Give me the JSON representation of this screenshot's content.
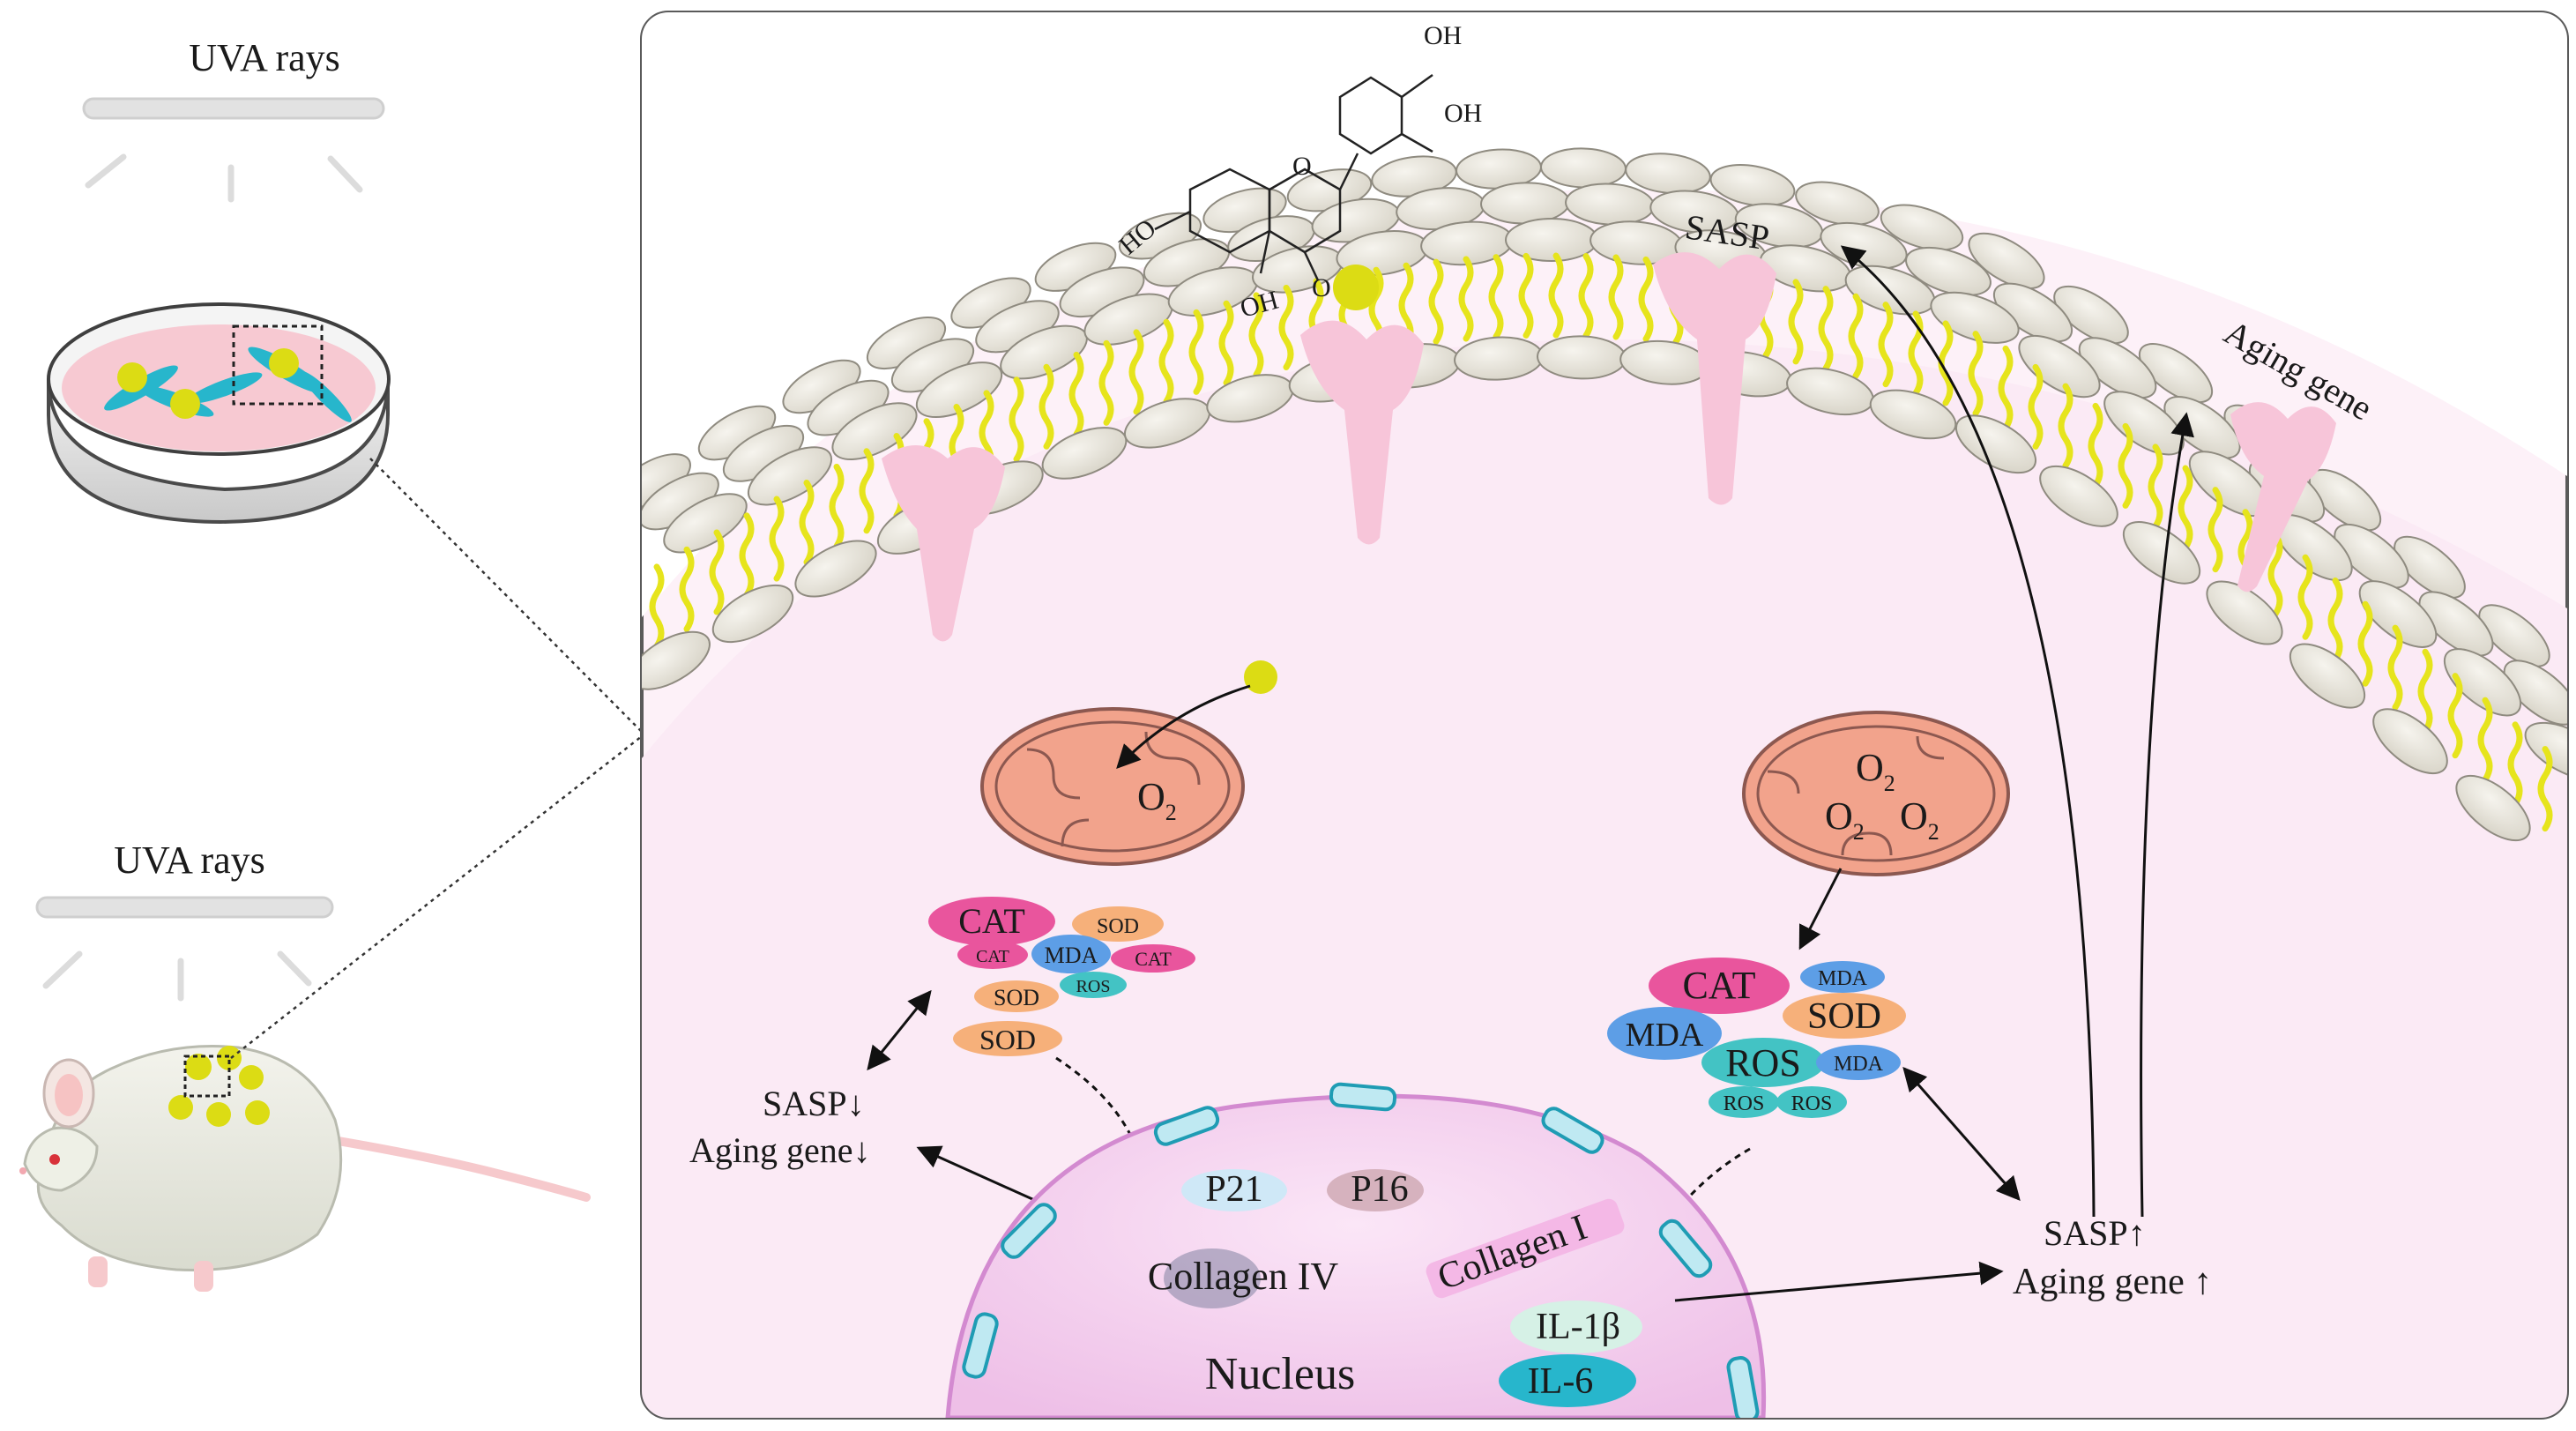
{
  "left_panel": {
    "top_light_label": "UVA rays",
    "bottom_light_label": "UVA rays"
  },
  "molecule": {
    "oh_top": "OH",
    "oh_mid": "OH",
    "ho_left": "HO",
    "oh_bottom": "OH",
    "ring_o": "O",
    "carbonyl_o": "O"
  },
  "membrane": {
    "sasp_label": "SASP",
    "aging_gene_label": "Aging gene"
  },
  "left_cell": {
    "o2": "O",
    "o2_sub": "2",
    "cat_big": "CAT",
    "sod_1": "SOD",
    "cat_small_1": "CAT",
    "mda": "MDA",
    "cat_small_2": "CAT",
    "ros": "ROS",
    "sod_2": "SOD",
    "sod_3": "SOD",
    "sasp_down": "SASP↓",
    "aging_down": "Aging gene↓"
  },
  "right_cell": {
    "o2": "O",
    "o2_sub": "2",
    "cat": "CAT",
    "mda_1": "MDA",
    "sod": "SOD",
    "mda_2": "MDA",
    "ros_big": "ROS",
    "mda_3": "MDA",
    "ros_small_1": "ROS",
    "ros_small_2": "ROS",
    "sasp_up": "SASP↑",
    "aging_up": "Aging gene ↑"
  },
  "nucleus": {
    "p21": "P21",
    "p16": "P16",
    "collagen_iv": "Collagen IV",
    "collagen_i": "Collagen I",
    "il1b": "IL-1β",
    "il6": "IL-6",
    "nucleus_label": "Nucleus"
  },
  "colors": {
    "cytoplasm": "#fbeaf5",
    "membrane_head": "#ebe8de",
    "lipid_tail": "#e6e41c",
    "flavonoid": "#dcdc14",
    "receptor": "#f7c5d9",
    "mitochondria": "#f2a38c",
    "nucleus": "#f3c7ec",
    "cell_blue": "#27b6cc",
    "cat_pink": "#e9559d",
    "sod_orange": "#f6b07a",
    "mda_blue": "#5d9ee6",
    "ros_teal": "#43c3c4"
  }
}
